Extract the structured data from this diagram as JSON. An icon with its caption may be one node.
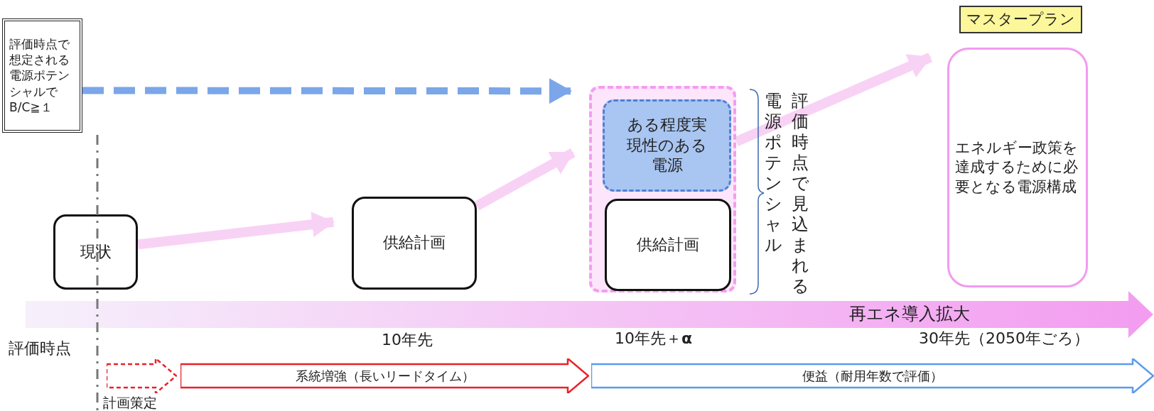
{
  "diagram": {
    "nodes": [
      {
        "text": [
          "評価時点で想定される電源ポテンシャルでB/C≧１"
        ]
      },
      {
        "text": [
          "マスタープラン"
        ]
      },
      {
        "text": [],
        "shape": "box"
      },
      {
        "text": [
          "ある程度実現性のある電源"
        ],
        "in": 2
      },
      {
        "text": [
          "エネルギー政策を達成するために必要となる電源構成"
        ]
      },
      {
        "text": [
          "現状"
        ]
      },
      {
        "text": [
          "供給計画"
        ]
      },
      {
        "text": [
          "供給計画"
        ],
        "in": 2
      },
      {
        "text": [
          "再エネ導入拡大"
        ]
      },
      {
        "text": [],
        "shape": "arrow",
        "beside": [
          "計画策定"
        ]
      },
      {
        "text": [
          "系統増強（長いリードタイム）"
        ]
      },
      {
        "text": [
          "便益（耐用年数で評価）"
        ]
      }
    ],
    "edges": [
      {
        "from": 0,
        "to": 2,
        "arrow": "to",
        "style": "dashed",
        "color": "#7ba6e9"
      },
      {
        "from": 5,
        "to": 6,
        "arrow": "to"
      },
      {
        "from": 6,
        "to": 2,
        "arrow": "to"
      },
      {
        "from": 2,
        "to": 4,
        "arrow": "to"
      }
    ],
    "labels": [
      "評価時点で見込まれる電源ポテンシャル",
      "評価時点",
      "10年先",
      "10年先＋**α**",
      "30年先（2050年ごろ）"
    ]
  }
}
